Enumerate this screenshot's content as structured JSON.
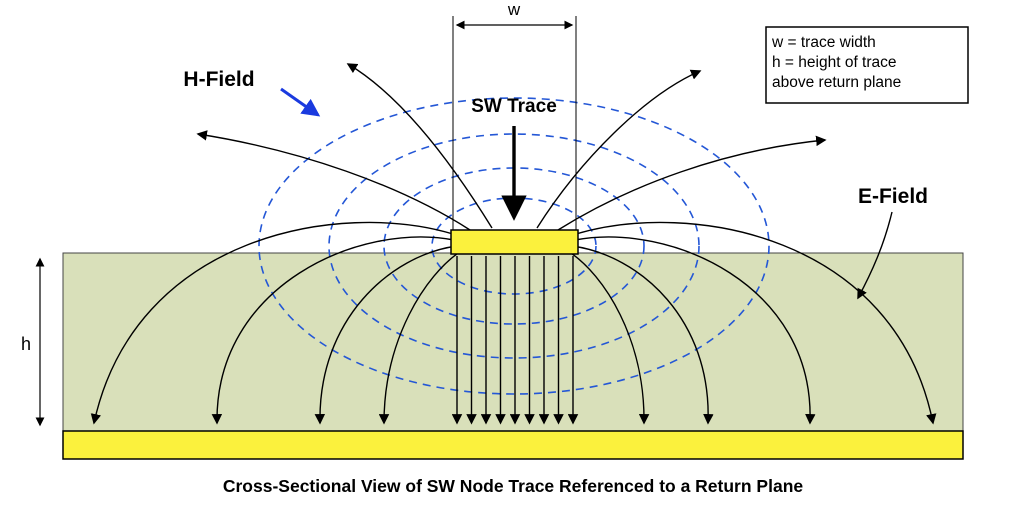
{
  "diagram": {
    "caption": "Cross-Sectional View of SW Node Trace Referenced to a Return Plane",
    "labels": {
      "w_dim": "w",
      "h_dim": "h",
      "sw_trace": "SW Trace",
      "h_field": "H-Field",
      "e_field": "E-Field"
    },
    "legend": {
      "line1": "w = trace width",
      "line2": "h = height of trace",
      "line3": "above return plane"
    },
    "colors": {
      "substrate": "#d9e0ba",
      "conductor_yellow": "#fbf13d",
      "h_field_blue": "#2457d6",
      "h_field_text": "#1a3adf",
      "line_black": "#000000",
      "background": "#ffffff"
    }
  }
}
